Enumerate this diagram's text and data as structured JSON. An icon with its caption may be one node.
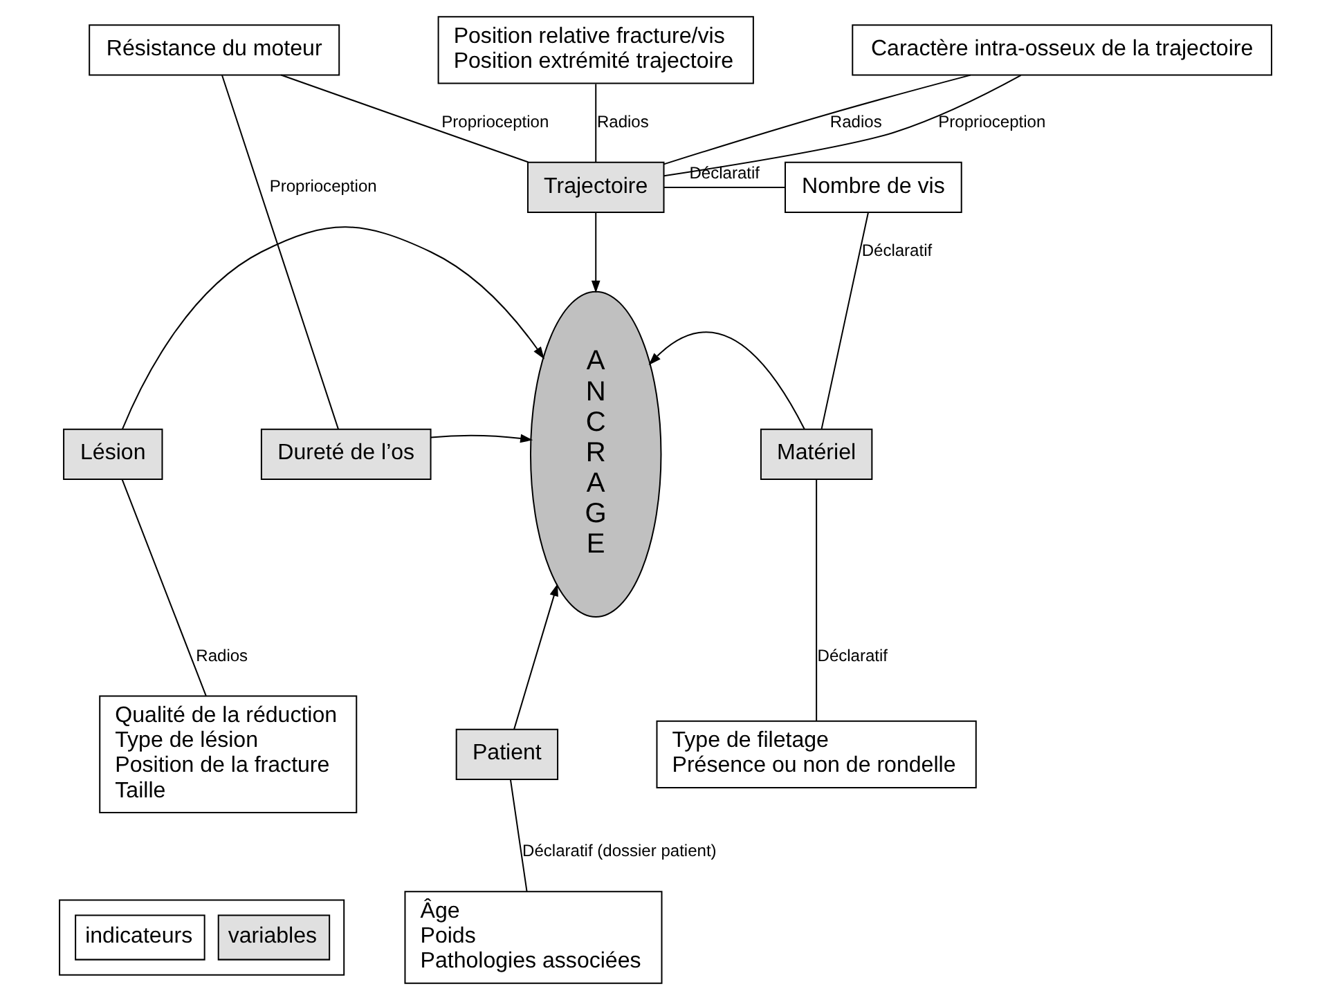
{
  "diagram": {
    "nodes": [
      {
        "text": [
          "Position relative fracture/vis",
          "Position extrémité trajectoire"
        ]
      },
      {
        "text": [
          "Caractère intra-osseux de la trajectoire"
        ]
      },
      {
        "text": [
          "Résistance du moteur"
        ]
      },
      {
        "text": [
          "Trajectoire"
        ]
      },
      {
        "text": [
          "Nombre de vis"
        ]
      },
      {
        "text": [
          "A N C R A G E"
        ]
      },
      {
        "text": [
          "Dureté de l’os"
        ]
      },
      {
        "text": [
          "Lésion"
        ]
      },
      {
        "text": [
          "Matériel"
        ]
      },
      {
        "text": [
          "Qualité de la réduction",
          "Type de lésion",
          "Position de la fracture",
          "Taille"
        ]
      },
      {
        "text": [
          "Type de filetage",
          "Présence ou non de rondelle"
        ]
      },
      {
        "text": [
          "Patient"
        ]
      },
      {
        "text": [
          "Âge",
          "Poids",
          "Pathologies associées"
        ]
      }
    ],
    "edges": [
      {
        "from": 0,
        "to": 3,
        "arrow": "none",
        "label": "Radios"
      },
      {
        "from": 1,
        "to": 3,
        "arrow": "none",
        "label": "Proprioception"
      },
      {
        "from": 1,
        "to": 3,
        "arrow": "none",
        "label": "Radios"
      },
      {
        "from": 2,
        "to": 3,
        "arrow": "none",
        "label": "Proprioception"
      },
      {
        "from": 2,
        "to": 6,
        "arrow": "none",
        "label": "Proprioception"
      },
      {
        "from": 3,
        "to": 4,
        "arrow": "none",
        "label": "Déclaratif"
      },
      {
        "from": 3,
        "to": 5,
        "arrow": "to"
      },
      {
        "from": 6,
        "to": 5,
        "arrow": "to"
      },
      {
        "from": 4,
        "to": 8,
        "arrow": "none",
        "label": "Déclaratif"
      },
      {
        "from": 8,
        "to": 5,
        "arrow": "to"
      },
      {
        "from": 7,
        "to": 5,
        "arrow": "to"
      },
      {
        "from": 7,
        "to": 9,
        "arrow": "none",
        "label": "Radios"
      },
      {
        "from": 8,
        "to": 10,
        "arrow": "none",
        "label": "Déclaratif"
      },
      {
        "from": 11,
        "to": 5,
        "arrow": "to"
      },
      {
        "from": 11,
        "to": 12,
        "arrow": "none",
        "label": "Déclaratif (dossier patient)"
      }
    ],
    "legend": [
      {
        "text": "indicateurs",
        "color": "#ffffff"
      },
      {
        "text": "variables",
        "color": "#e0e0e0"
      }
    ]
  }
}
